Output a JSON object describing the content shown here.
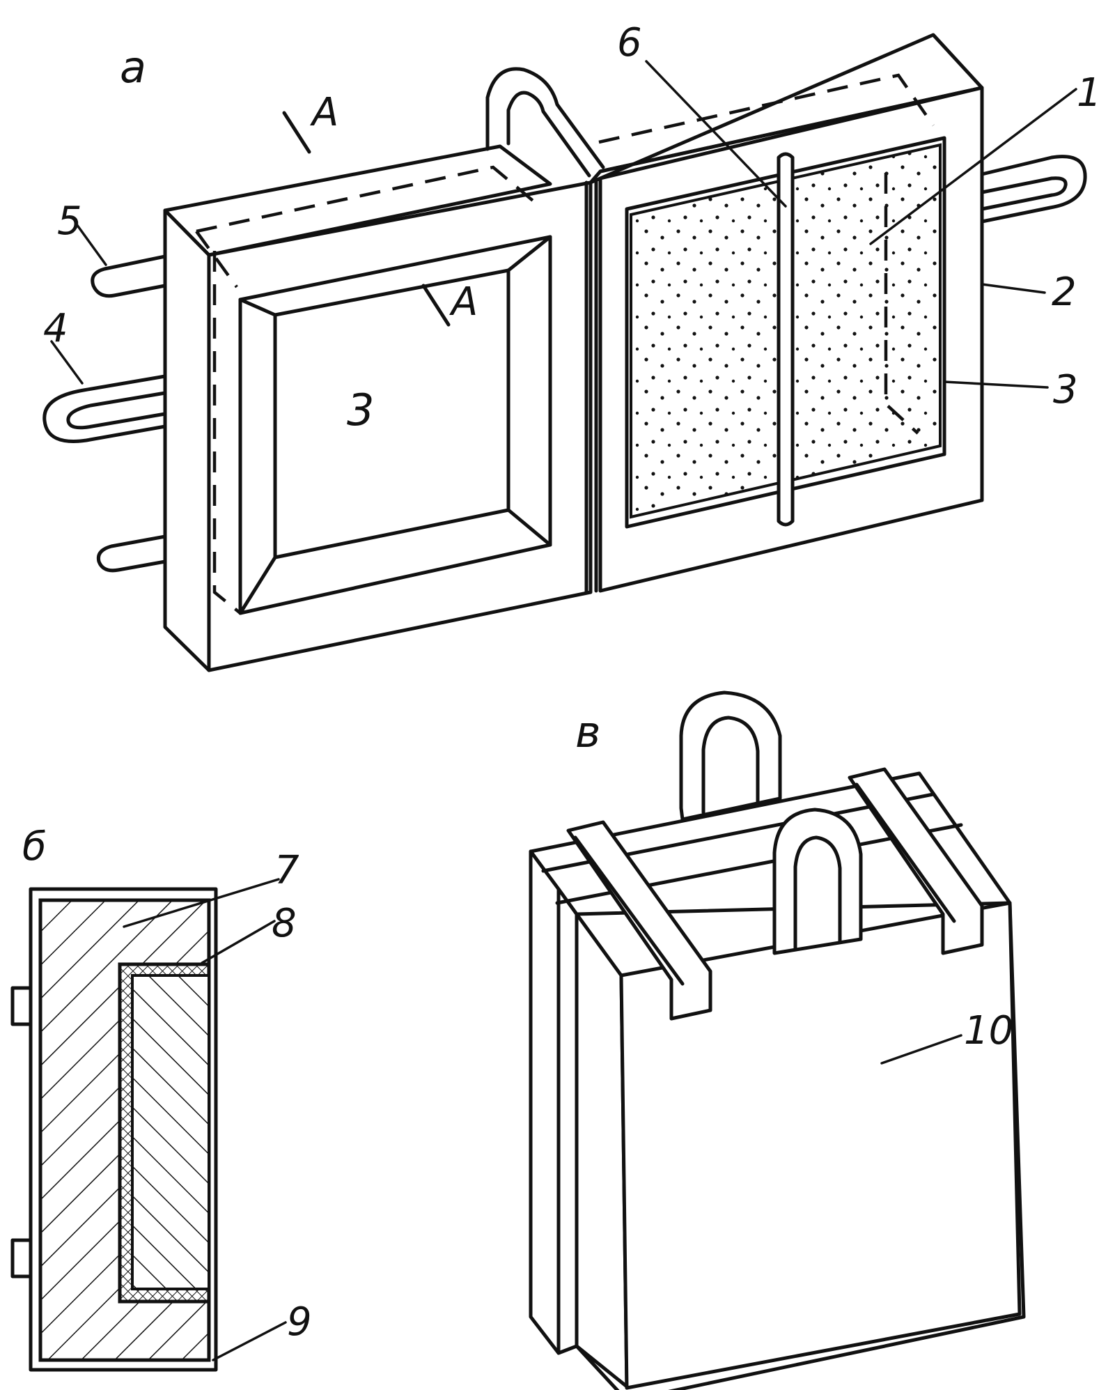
{
  "figure": {
    "panel_a": {
      "label": "a",
      "section_mark_top": "A",
      "section_mark_bottom": "A",
      "callouts": {
        "p1": "1",
        "p2": "2",
        "p3_left": "3",
        "p3_right": "3",
        "p4": "4",
        "p5": "5",
        "p6": "6"
      }
    },
    "panel_b": {
      "label": "б",
      "callouts": {
        "p7": "7",
        "p8": "8",
        "p9": "9"
      }
    },
    "panel_c": {
      "label": "в",
      "callouts": {
        "p10": "10"
      }
    }
  }
}
